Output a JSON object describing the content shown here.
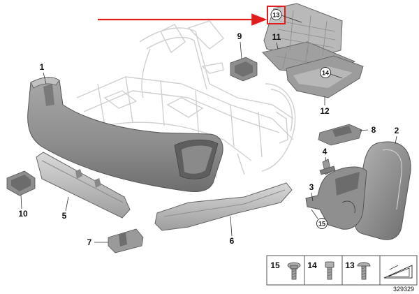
{
  "callouts": {
    "c1": "1",
    "c2": "2",
    "c3": "3",
    "c4": "4",
    "c5": "5",
    "c6": "6",
    "c7": "7",
    "c8": "8",
    "c9": "9",
    "c10": "10",
    "c11": "11",
    "c12": "12",
    "c13": "13",
    "c14": "14",
    "c15": "15"
  },
  "legend": {
    "item15": "15",
    "item14": "14",
    "item13": "13"
  },
  "catalog_number": "329329",
  "colors": {
    "arrow": "#e01c1c",
    "highlight_box": "#e01c1c",
    "part_fill": "#9a9a9a",
    "part_dark": "#6f6f6f",
    "part_light": "#c8c8c8",
    "ghost_line": "#cfcfcf"
  }
}
